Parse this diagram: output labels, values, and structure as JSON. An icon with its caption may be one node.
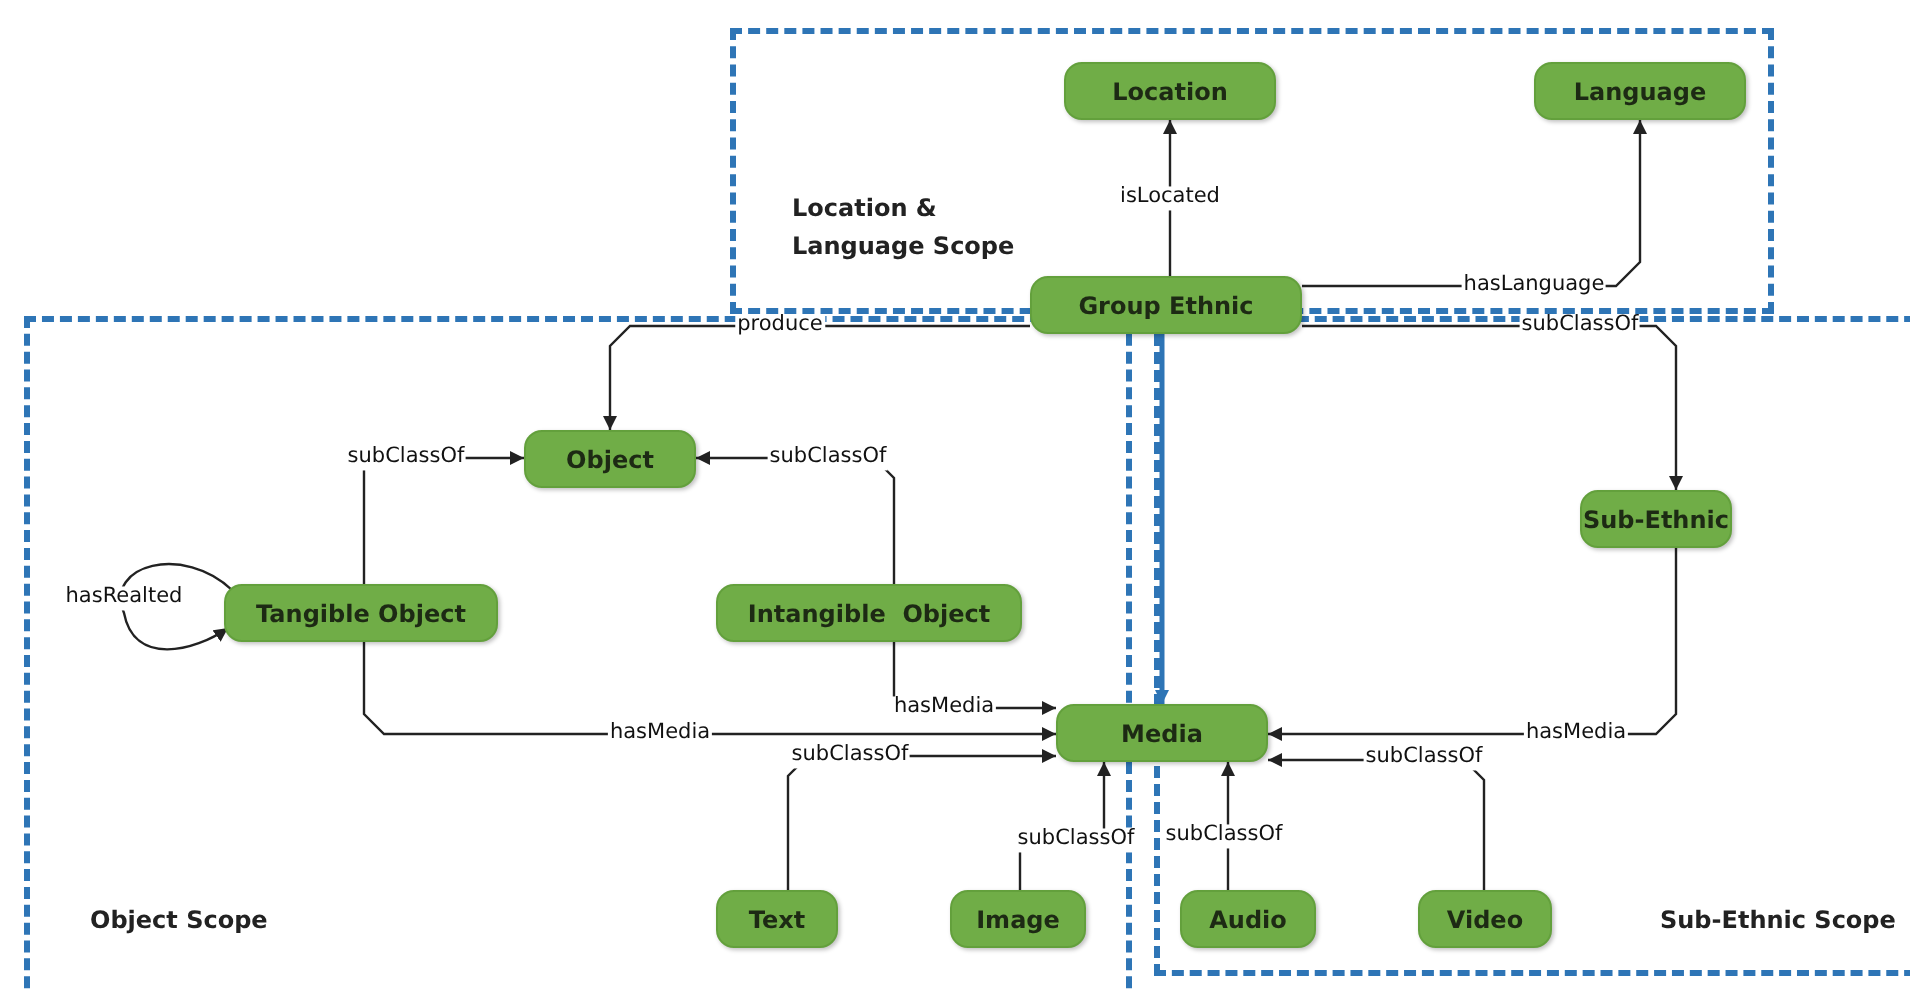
{
  "diagram": {
    "nodes": [
      {
        "text": [
          "Location & Language Scope"
        ]
      },
      {
        "text": [
          "Location"
        ],
        "in": 0
      },
      {
        "text": [
          "Language"
        ],
        "in": 0
      },
      {
        "text": [
          "Group Ethnic"
        ]
      },
      {
        "text": [
          "Object Scope"
        ]
      },
      {
        "text": [
          "Object"
        ],
        "in": 4
      },
      {
        "text": [
          "Tangible Object"
        ],
        "in": 4
      },
      {
        "text": [
          "Intangible  Object"
        ],
        "in": 4
      },
      {
        "text": [
          "Sub-Ethnic Scope"
        ]
      },
      {
        "text": [
          "Sub-Ethnic"
        ],
        "in": 8
      },
      {
        "text": [
          "Media"
        ]
      },
      {
        "text": [
          "Text"
        ],
        "in": 4
      },
      {
        "text": [
          "Image"
        ],
        "in": 4
      },
      {
        "text": [
          "Audio"
        ],
        "in": 8
      },
      {
        "text": [
          "Video"
        ],
        "in": 8
      }
    ],
    "edges": [
      {
        "from": 3,
        "to": 1,
        "arrow": "to",
        "label": "isLocated"
      },
      {
        "from": 3,
        "to": 2,
        "arrow": "to",
        "label": "hasLanguage"
      },
      {
        "from": 3,
        "to": 5,
        "arrow": "to",
        "label": "produce"
      },
      {
        "from": 3,
        "to": 9,
        "arrow": "to",
        "label": "subClassOf"
      },
      {
        "from": 3,
        "to": 10,
        "arrow": "to",
        "color": "#2e75b6"
      },
      {
        "from": 6,
        "to": 5,
        "arrow": "to",
        "label": "subClassOf"
      },
      {
        "from": 7,
        "to": 5,
        "arrow": "to",
        "label": "subClassOf"
      },
      {
        "from": 6,
        "to": 6,
        "arrow": "to",
        "label": "hasRealted"
      },
      {
        "from": 6,
        "to": 10,
        "arrow": "to",
        "label": "hasMedia"
      },
      {
        "from": 7,
        "to": 10,
        "arrow": "to",
        "label": "hasMedia"
      },
      {
        "from": 9,
        "to": 10,
        "arrow": "to",
        "label": "hasMedia"
      },
      {
        "from": 11,
        "to": 10,
        "arrow": "to",
        "label": "subClassOf"
      },
      {
        "from": 12,
        "to": 10,
        "arrow": "to",
        "label": "subClassOf"
      },
      {
        "from": 13,
        "to": 10,
        "arrow": "to",
        "label": "subClassOf"
      },
      {
        "from": 14,
        "to": 10,
        "arrow": "to",
        "label": "subClassOf"
      }
    ]
  }
}
